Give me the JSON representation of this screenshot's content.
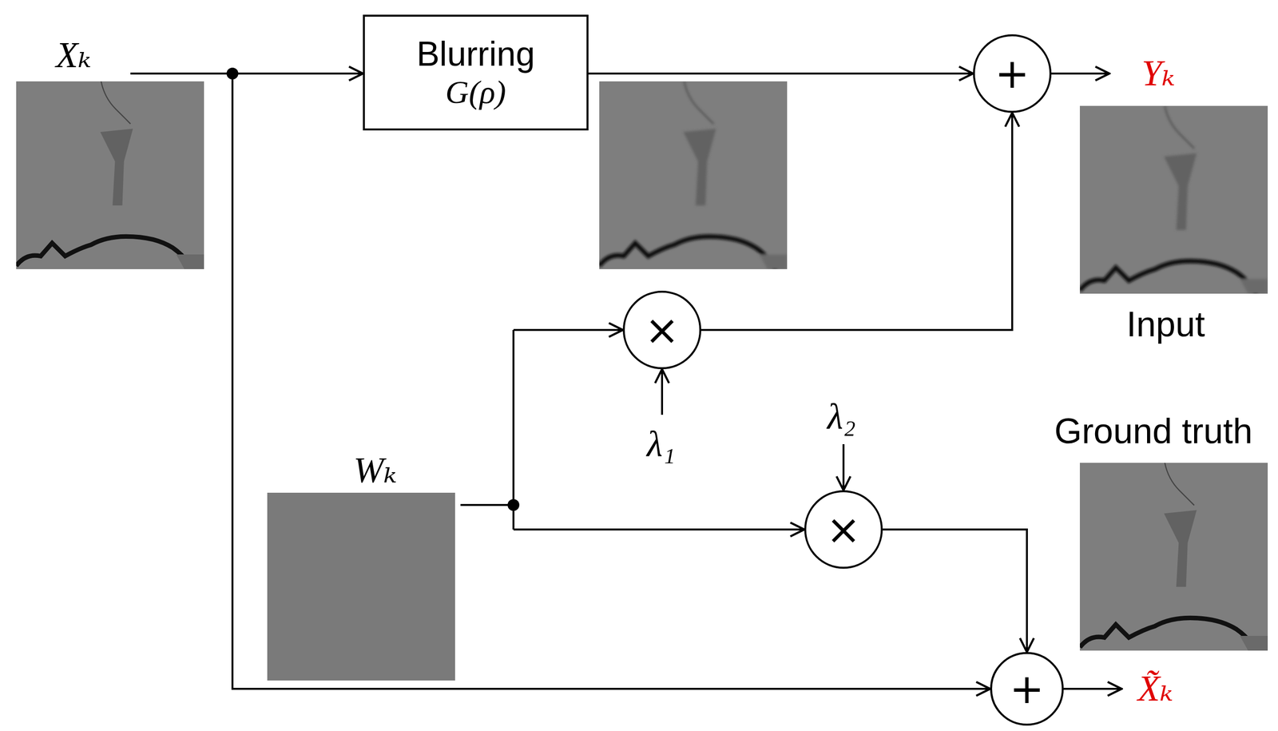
{
  "diagram": {
    "nodes": [
      {
        "text": [
          "Blurring",
          "G(ρ)"
        ]
      },
      {
        "text": [
          "+"
        ]
      },
      {
        "text": [
          "×"
        ]
      },
      {
        "text": [
          "×"
        ]
      },
      {
        "text": [
          "+"
        ]
      }
    ],
    "edges": [
      {
        "from": 0,
        "to": 1,
        "arrow": "to"
      },
      {
        "from": 2,
        "to": 1,
        "arrow": "to"
      },
      {
        "from": 3,
        "to": 4,
        "arrow": "to"
      }
    ],
    "labels": [
      "Xₖ",
      "Yₖ",
      "Input",
      "λ₁",
      "Wₖ",
      "λ₂",
      "Ground truth",
      "X̃ₖ"
    ]
  }
}
